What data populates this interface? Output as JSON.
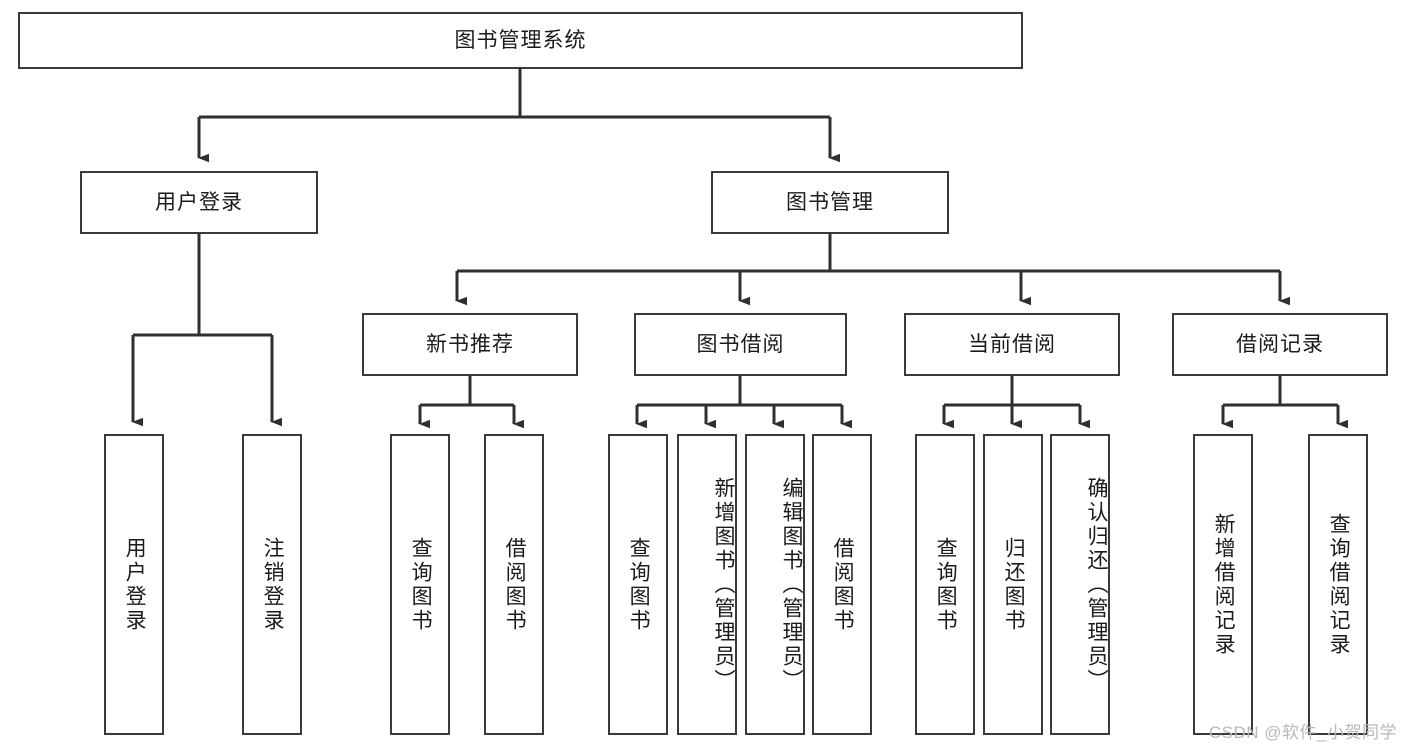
{
  "diagram": {
    "title": "图书管理系统",
    "type": "tree-hierarchy-chart",
    "root": {
      "label": "图书管理系统"
    },
    "level2": [
      {
        "label": "用户登录"
      },
      {
        "label": "图书管理"
      }
    ],
    "level3": [
      {
        "label": "新书推荐"
      },
      {
        "label": "图书借阅"
      },
      {
        "label": "当前借阅"
      },
      {
        "label": "借阅记录"
      }
    ],
    "leaves": {
      "user_login": [
        {
          "label": "用户登录"
        },
        {
          "label": "注销登录"
        }
      ],
      "new_book_recommend": [
        {
          "label": "查询图书"
        },
        {
          "label": "借阅图书"
        }
      ],
      "book_borrow": [
        {
          "label": "查询图书"
        },
        {
          "label": "新增图书（管理员）"
        },
        {
          "label": "编辑图书（管理员）"
        },
        {
          "label": "借阅图书"
        }
      ],
      "current_borrow": [
        {
          "label": "查询图书"
        },
        {
          "label": "归还图书"
        },
        {
          "label": "确认归还（管理员）"
        }
      ],
      "borrow_records": [
        {
          "label": "新增借阅记录"
        },
        {
          "label": "查询借阅记录"
        }
      ]
    }
  },
  "watermark": {
    "text": "CSDN @软件_小贺同学"
  },
  "colors": {
    "background": "#ffffff",
    "box_border": "#3a3a3a",
    "connector": "#2f2f2f",
    "text": "#1b1b1b",
    "watermark": "#b9b9b9"
  }
}
